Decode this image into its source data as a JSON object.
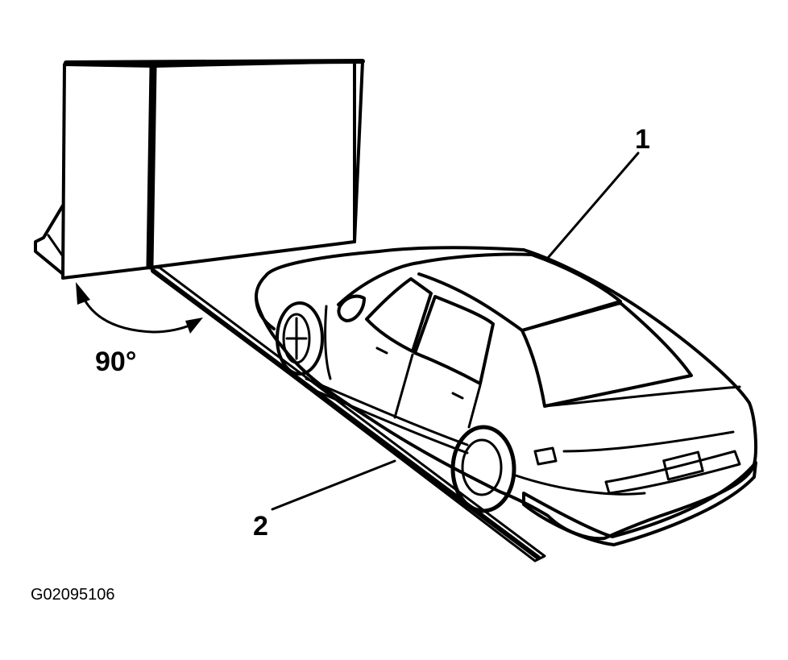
{
  "callouts": {
    "vehicle": "1",
    "straightedge": "2"
  },
  "angle_label": "90°",
  "figure_id": "G02095106",
  "colors": {
    "ink": "#000000",
    "background": "#ffffff"
  }
}
